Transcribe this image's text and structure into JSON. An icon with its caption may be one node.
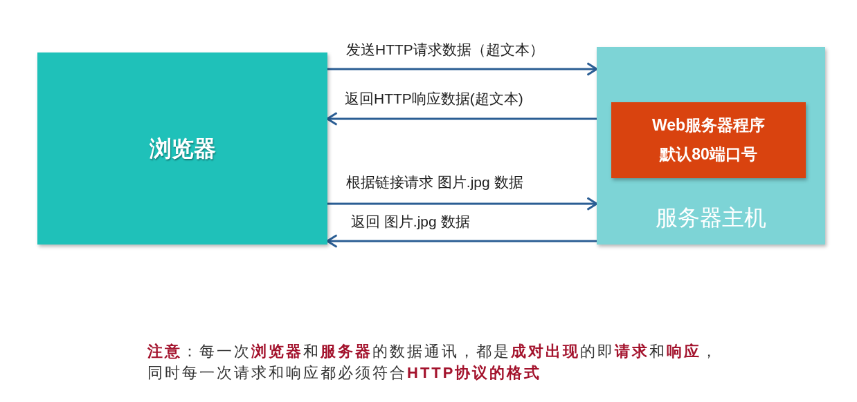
{
  "diagram": {
    "nodes": [
      {
        "text": [
          "浏览器"
        ]
      },
      {
        "text": [
          "服务器主机"
        ]
      },
      {
        "text": [
          "Web服务器程序",
          "默认80端口号"
        ],
        "in": 1
      }
    ],
    "edges": [
      {
        "from": 0,
        "to": 1,
        "arrow": "to",
        "label": "发送HTTP请求数据（超文本）"
      },
      {
        "from": 1,
        "to": 0,
        "arrow": "to",
        "label": "返回HTTP响应数据(超文本)"
      },
      {
        "from": 0,
        "to": 1,
        "arrow": "to",
        "label": "根据链接请求 图片.jpg 数据"
      },
      {
        "from": 1,
        "to": 0,
        "arrow": "to",
        "label": "返回 图片.jpg 数据"
      }
    ],
    "labels": [
      "**注意**：每一次**浏览器**和**服务器**的数据通讯，都是**成对出现**的即**请求**和**响应**，同时每一次请求和响应都必须符合**HTTP协议的格式**"
    ]
  }
}
